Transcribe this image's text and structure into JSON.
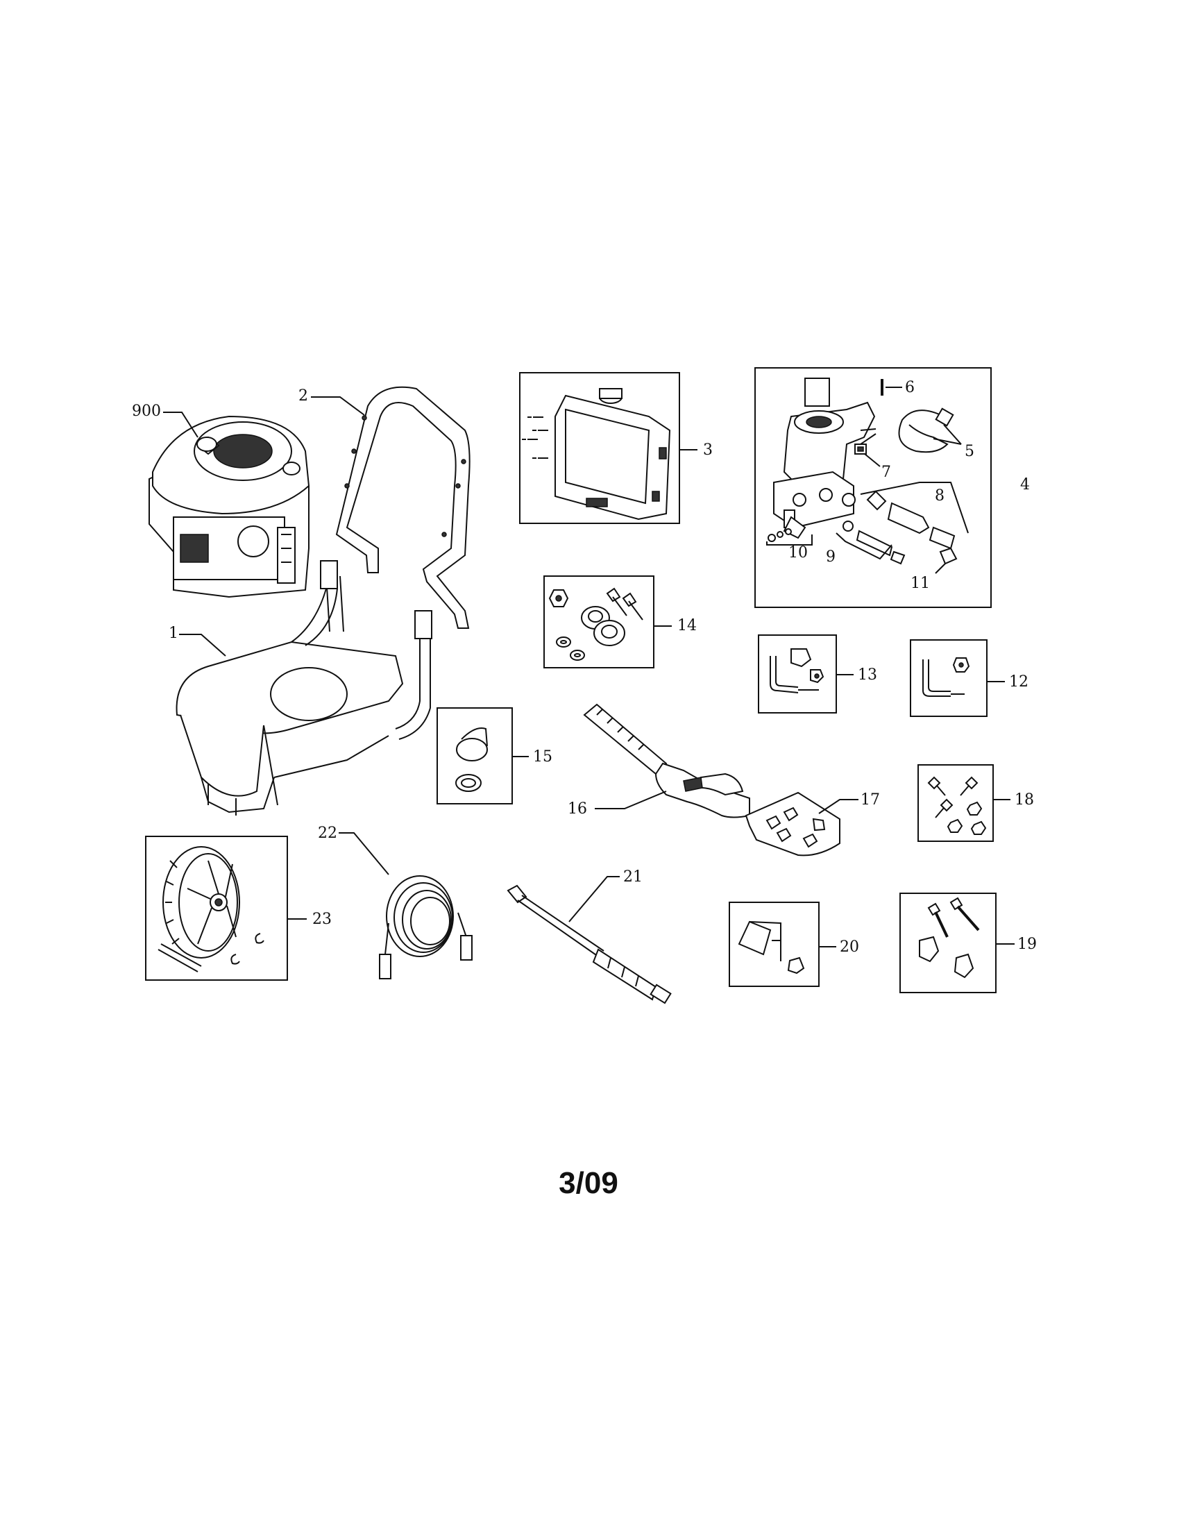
{
  "labels": {
    "p900": "900",
    "p1": "1",
    "p2": "2",
    "p3": "3",
    "p4": "4",
    "p5": "5",
    "p6": "6",
    "p7": "7",
    "p8": "8",
    "p9": "9",
    "p10": "10",
    "p11": "11",
    "p12": "12",
    "p13": "13",
    "p14": "14",
    "p15": "15",
    "p16": "16",
    "p17": "17",
    "p18": "18",
    "p19": "19",
    "p20": "20",
    "p21": "21",
    "p22": "22",
    "p23": "23"
  },
  "footer": "3/09"
}
